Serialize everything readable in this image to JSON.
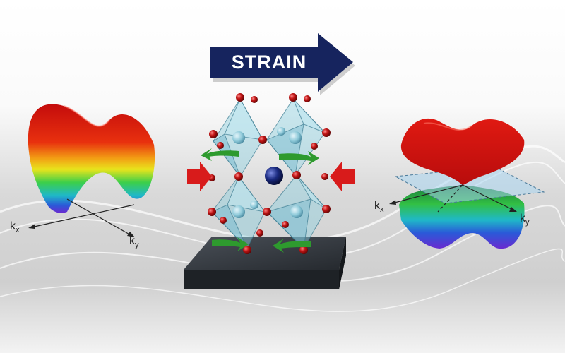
{
  "banner": {
    "label": "STRAIN"
  },
  "left_band": {
    "kx_base": "k",
    "kx_sub": "x",
    "ky_base": "k",
    "ky_sub": "y"
  },
  "right_band": {
    "kx_base": "k",
    "kx_sub": "x",
    "ky_base": "k",
    "ky_sub": "y"
  },
  "colors": {
    "banner_fill": "#16245e",
    "octahedron": "#8fd0e0",
    "oxygen_atom": "#b01010",
    "a_site_atom": "#1a2a80",
    "compress_arrow": "#d81b1b",
    "rotation_arrow": "#2e9a2e",
    "substrate": "#2f3338",
    "band_gradient": [
      "#d01010",
      "#f08a10",
      "#f4e21a",
      "#3ccf4a",
      "#20b4c8",
      "#2a5ad8",
      "#6a2ad0"
    ]
  },
  "icons": [
    "strain-arrow-icon",
    "compression-arrow-icon",
    "rotation-arrow-icon"
  ]
}
